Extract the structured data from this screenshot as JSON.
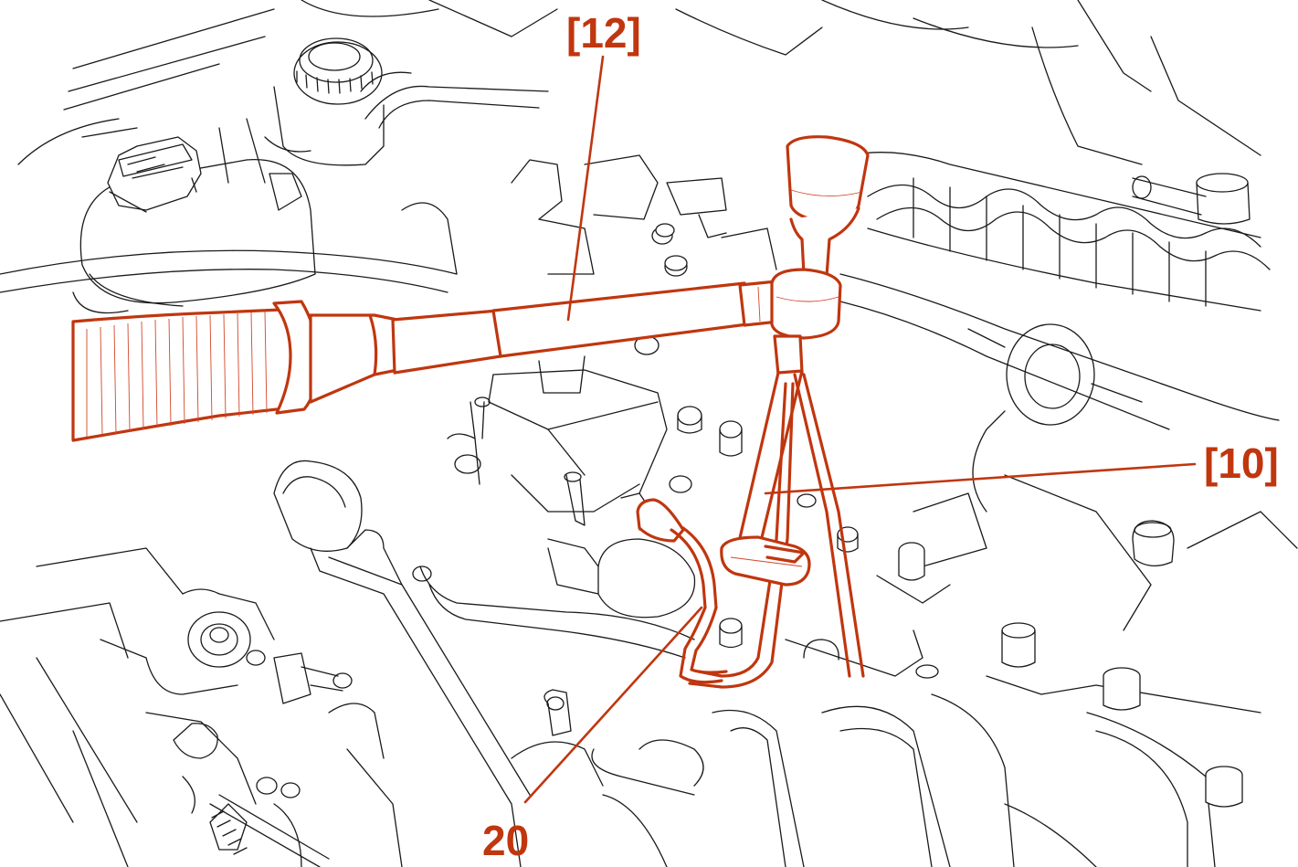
{
  "accent_color": "#c0360f",
  "line_color": "#1a1a1a",
  "callouts": {
    "c12": "[12]",
    "c10": "[10]",
    "c20": "20"
  }
}
